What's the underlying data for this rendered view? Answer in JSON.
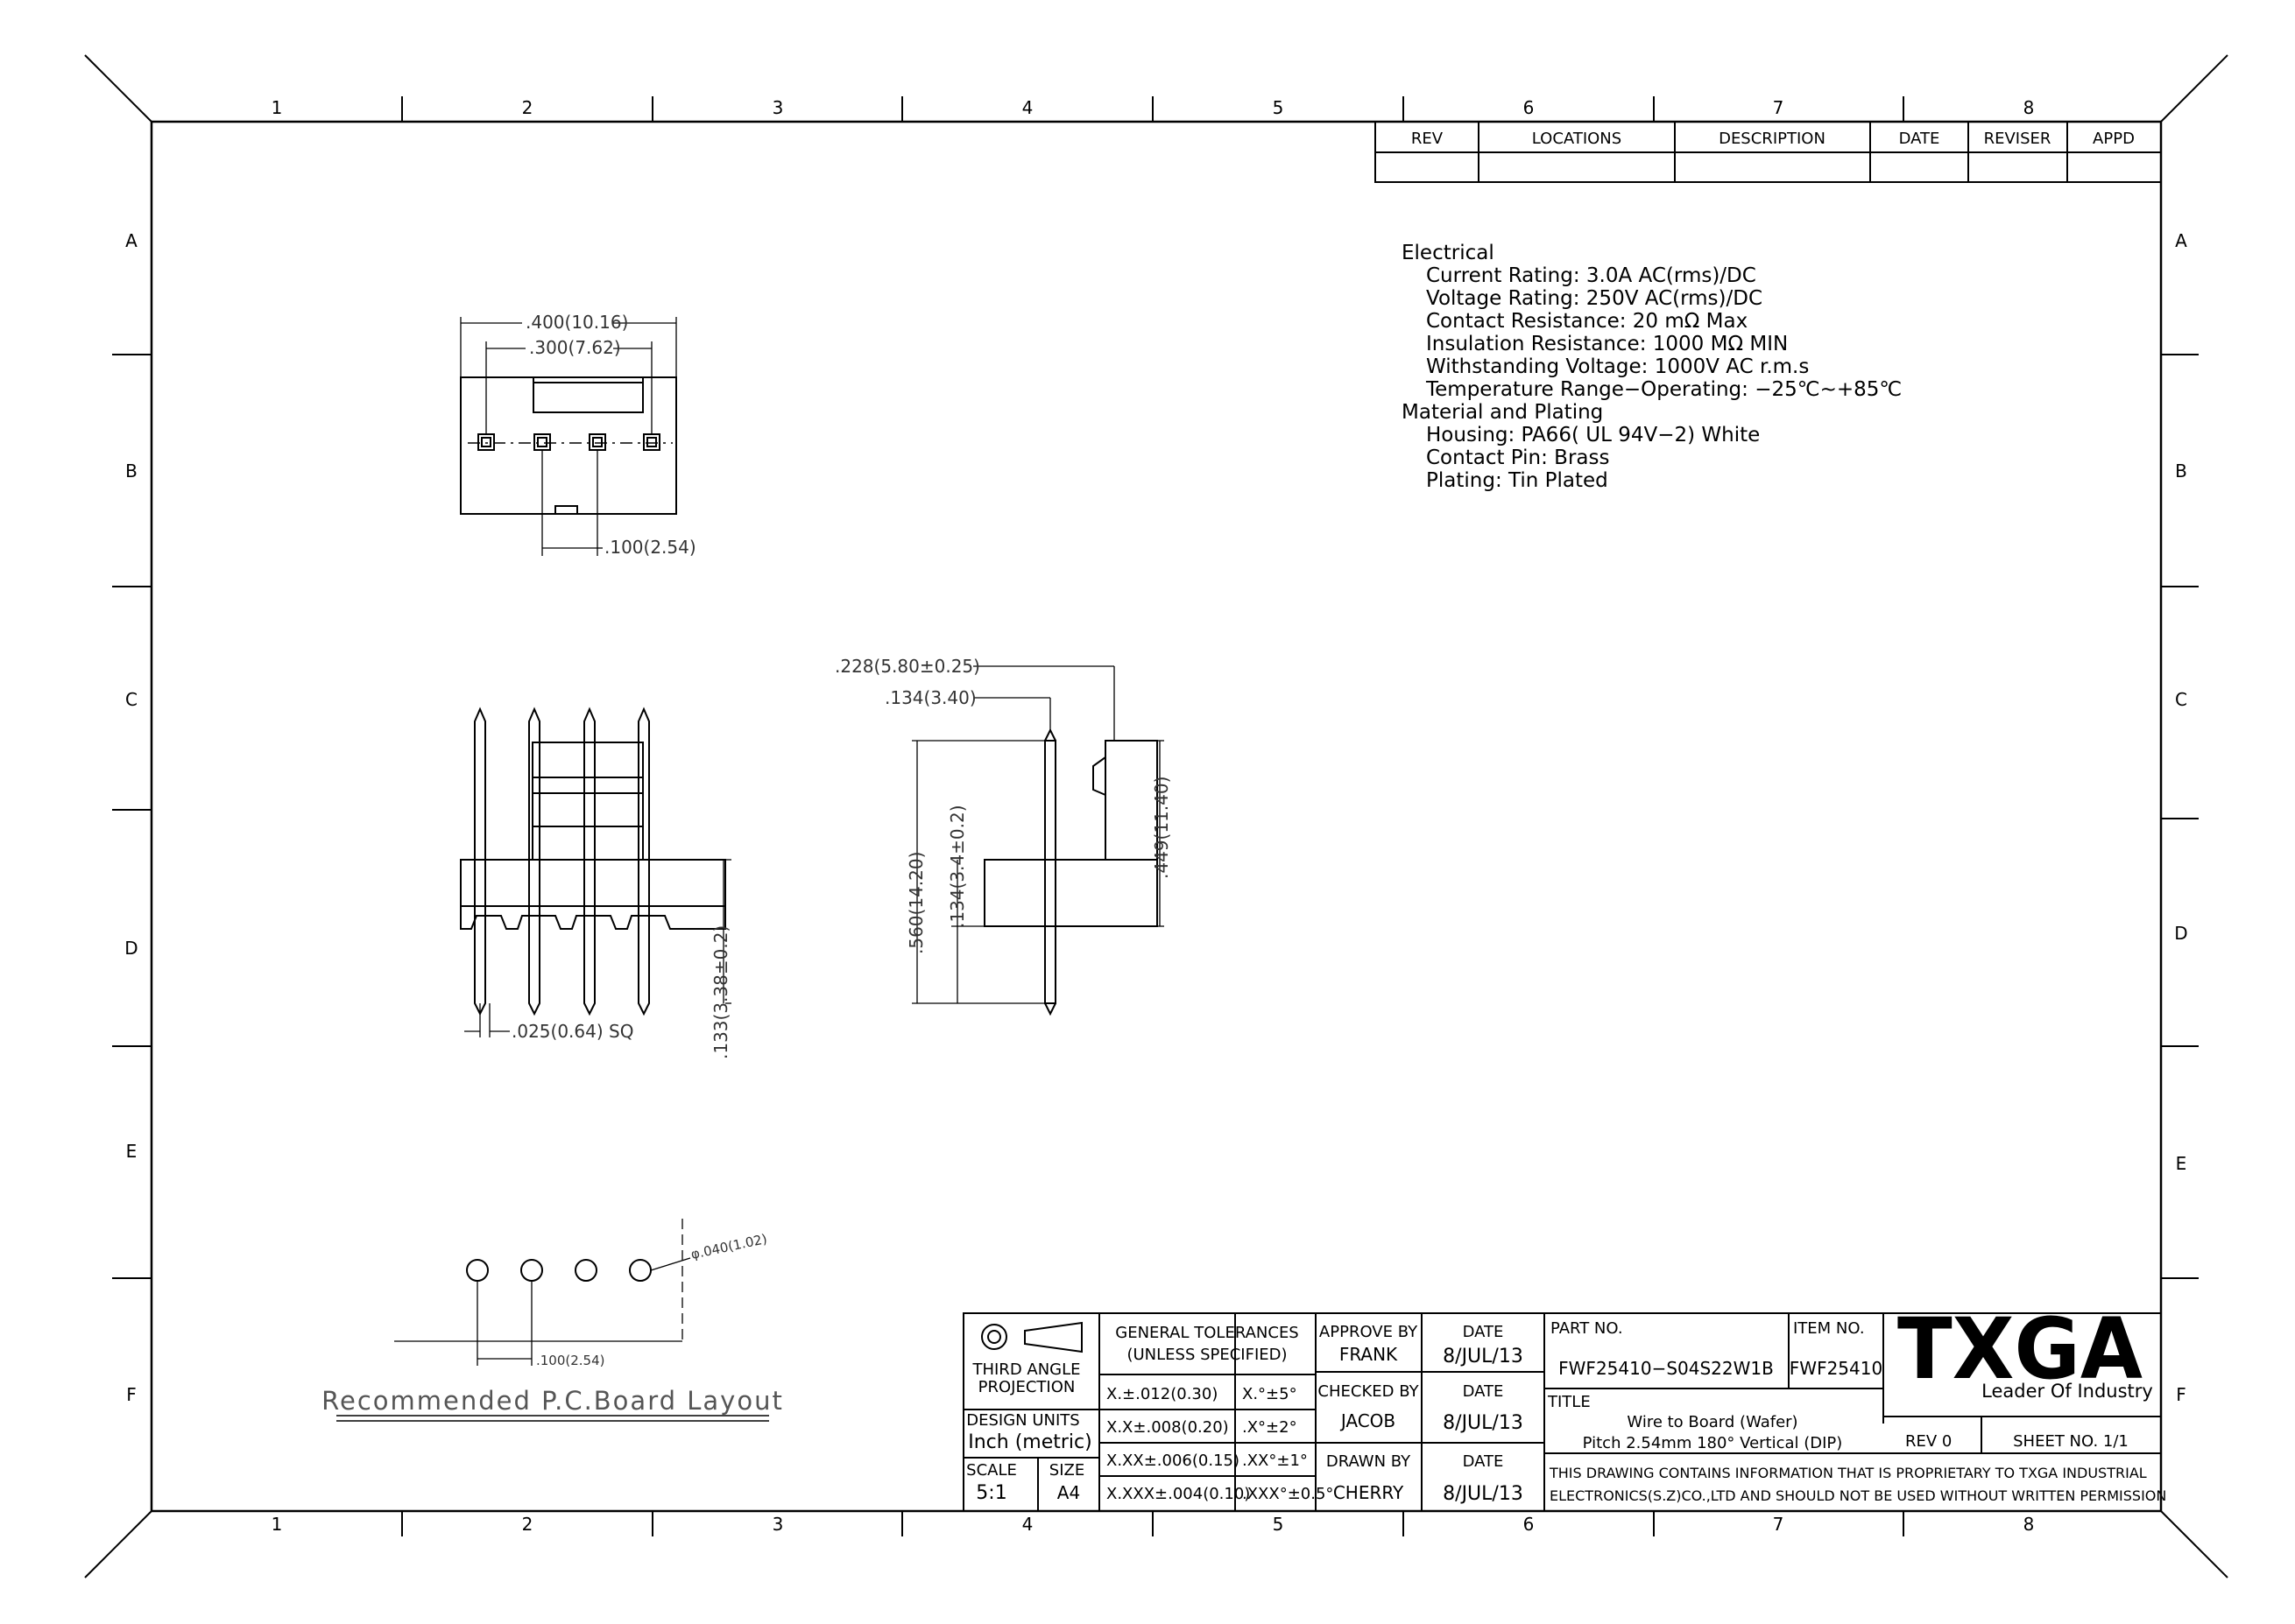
{
  "grid": {
    "columns": [
      "1",
      "2",
      "3",
      "4",
      "5",
      "6",
      "7",
      "8"
    ],
    "rows": [
      "A",
      "B",
      "C",
      "D",
      "E",
      "F"
    ]
  },
  "revision_table": {
    "headers": [
      "REV",
      "LOCATIONS",
      "DESCRIPTION",
      "DATE",
      "REVISER",
      "APPD"
    ]
  },
  "specs": {
    "lines": [
      {
        "text": "Electrical",
        "indent": false
      },
      {
        "text": "Current Rating: 3.0A AC(rms)/DC",
        "indent": true
      },
      {
        "text": "Voltage Rating: 250V AC(rms)/DC",
        "indent": true
      },
      {
        "text": "Contact Resistance: 20 mΩ Max",
        "indent": true
      },
      {
        "text": "Insulation Resistance: 1000 MΩ MIN",
        "indent": true
      },
      {
        "text": "Withstanding Voltage: 1000V AC r.m.s",
        "indent": true
      },
      {
        "text": "Temperature Range−Operating: −25℃~+85℃",
        "indent": true
      },
      {
        "text": "Material and Plating",
        "indent": false
      },
      {
        "text": "Housing: PA66( UL 94V−2) White",
        "indent": true
      },
      {
        "text": "Contact Pin: Brass",
        "indent": true
      },
      {
        "text": "Plating: Tin Plated",
        "indent": true
      }
    ]
  },
  "dimensions": {
    "top_overall": ".400(10.16)",
    "top_inner": ".300(7.62)",
    "top_pitch": ".100(2.54)",
    "pin_square": ".025(0.64) SQ",
    "front_tail": ".133(3.38±0.2)",
    "side_top_1": ".228(5.80±0.25)",
    "side_top_2": ".134(3.40)",
    "side_total": ".560(14.20)",
    "side_lower": ".134(3.4±0.2)",
    "side_height": ".449(11.40)",
    "pcb_hole": "φ.040(1.02)",
    "pcb_pitch": ".100(2.54)"
  },
  "pcb_caption": "Recommended P.C.Board Layout",
  "title_block": {
    "projection_line1": "THIRD ANGLE",
    "projection_line2": "PROJECTION",
    "design_units_label": "DESIGN UNITS",
    "design_units_value": "Inch (metric)",
    "scale_label": "SCALE",
    "scale_value": "5:1",
    "size_label": "SIZE",
    "size_value": "A4",
    "tolerance_header_1": "GENERAL TOLERANCES",
    "tolerance_header_2": "(UNLESS SPECIFIED)",
    "tolerances": [
      {
        "linear": "X.±.012(0.30)",
        "angular": "X.°±5°"
      },
      {
        "linear": "X.X±.008(0.20)",
        "angular": ".X°±2°"
      },
      {
        "linear": "X.XX±.006(0.15)",
        "angular": ".XX°±1°"
      },
      {
        "linear": "X.XXX±.004(0.10)",
        "angular": ".XXX°±0.5°"
      }
    ],
    "approve_label": "APPROVE BY",
    "approve_name": "FRANK",
    "checked_label": "CHECKED BY",
    "checked_name": "JACOB",
    "drawn_label": "DRAWN BY",
    "drawn_name": "CHERRY",
    "date_label": "DATE",
    "date_value": "8/JUL/13",
    "part_no_label": "PART NO.",
    "part_no_value": "FWF25410−S04S22W1B",
    "item_no_label": "ITEM NO.",
    "item_no_value": "FWF25410",
    "title_label": "TITLE",
    "title_line1": "Wire to Board (Wafer)",
    "title_line2": "Pitch 2.54mm 180° Vertical (DIP)",
    "rev_value": "REV 0",
    "sheet_value": "SHEET NO. 1/1",
    "notice_line1": "THIS DRAWING CONTAINS INFORMATION THAT IS PROPRIETARY TO TXGA INDUSTRIAL",
    "notice_line2": "ELECTRONICS(S.Z)CO.,LTD AND SHOULD NOT BE USED WITHOUT WRITTEN PERMISSION",
    "logo_text": "TXGA",
    "logo_tagline": "Leader Of Industry"
  }
}
